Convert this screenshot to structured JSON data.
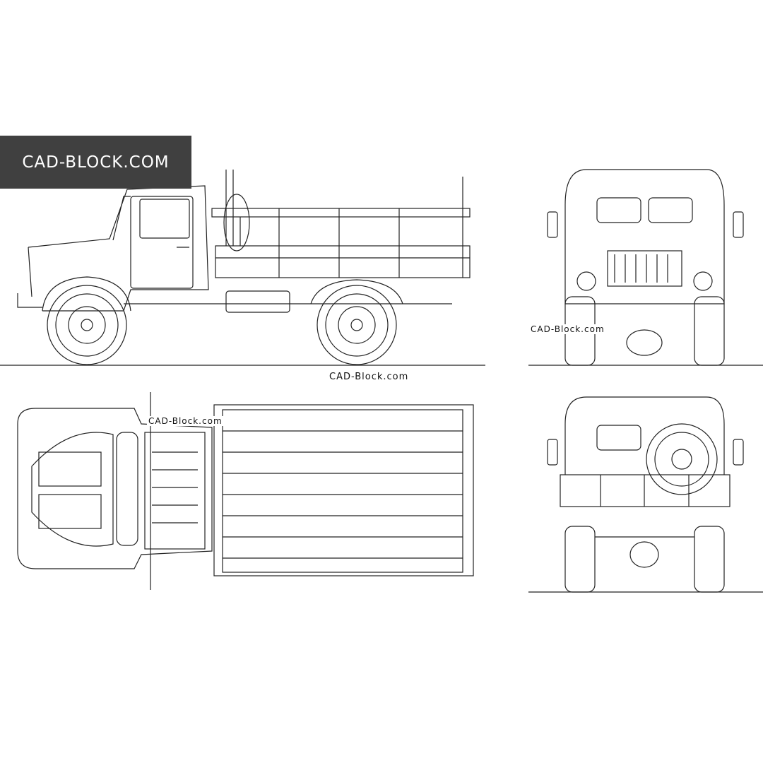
{
  "logo": {
    "text": "CAD-BLOCK.COM",
    "background": "#404040",
    "color": "#ffffff"
  },
  "watermarks": [
    "CAD-Block.com",
    "CAD-Block.com",
    "CAD-Block.com"
  ],
  "views": [
    "side-view",
    "front-view",
    "top-view",
    "rear-view"
  ]
}
